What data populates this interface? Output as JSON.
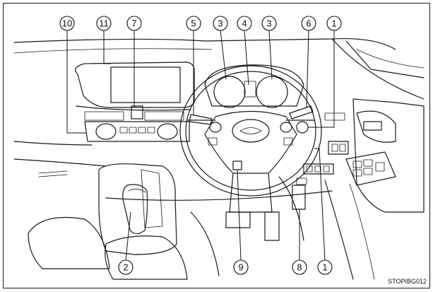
{
  "callouts": [
    {
      "id": "c10",
      "label": "10"
    },
    {
      "id": "c11",
      "label": "11"
    },
    {
      "id": "c7",
      "label": "7"
    },
    {
      "id": "c5",
      "label": "5"
    },
    {
      "id": "c3a",
      "label": "3"
    },
    {
      "id": "c4",
      "label": "4"
    },
    {
      "id": "c3b",
      "label": "3"
    },
    {
      "id": "c6",
      "label": "6"
    },
    {
      "id": "c1a",
      "label": "1"
    },
    {
      "id": "c2",
      "label": "2"
    },
    {
      "id": "c9",
      "label": "9"
    },
    {
      "id": "c8",
      "label": "8"
    },
    {
      "id": "c1b",
      "label": "1"
    }
  ],
  "image_code": "STOPIBG012",
  "colors": {
    "line": "#1a1a1a",
    "fill_light": "#f4f4f4",
    "fill_mid": "#d9d9d9",
    "fill_dark": "#9a9a9a",
    "frame": "#1a1a1a"
  }
}
